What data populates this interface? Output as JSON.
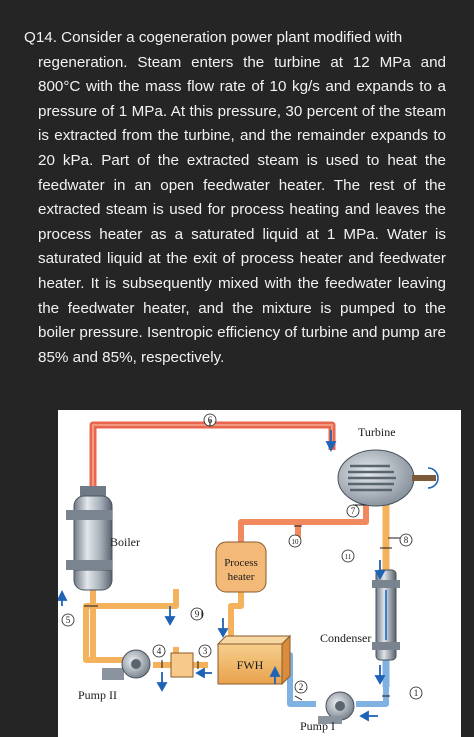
{
  "question": {
    "number": "Q14.",
    "lines": [
      "Consider a cogeneration power plant modified with",
      "regeneration. Steam enters the turbine at 12 MPa and",
      "800°C with the mass flow rate of 10 kg/s and expands",
      "to a pressure of 1 MPa. At this pressure, 30 percent of",
      "the steam is extracted from the turbine, and the",
      "remainder expands to 20 kPa. Part of the extracted",
      "steam is used to heat the feedwater in an open",
      "feedwater heater. The rest of the extracted steam is",
      "used for process heating and leaves the process heater",
      "as a saturated liquid at 1 MPa. Water is saturated liquid",
      "at the exit of process heater and feedwater heater. It",
      "is subsequently mixed with the feedwater leaving the",
      "feedwater heater, and the mixture is pumped to the",
      "boiler pressure. Isentropic efficiency of turbine and",
      "pump are 85% and 85%, respectively."
    ]
  },
  "diagram": {
    "components": {
      "turbine": "Turbine",
      "boiler": "Boiler",
      "process_heater_line1": "Process",
      "process_heater_line2": "heater",
      "fwh": "FWH",
      "condenser": "Condenser",
      "pump1": "Pump I",
      "pump2": "Pump II"
    },
    "states": [
      "1",
      "2",
      "3",
      "4",
      "5",
      "6",
      "7",
      "8",
      "9",
      "10",
      "11"
    ],
    "colors": {
      "superheated": "#e8664d",
      "liquid": "#f5b25c",
      "low_pressure_liquid": "#7fb2e0",
      "arrow": "#1f63b5",
      "background": "#252525"
    }
  }
}
